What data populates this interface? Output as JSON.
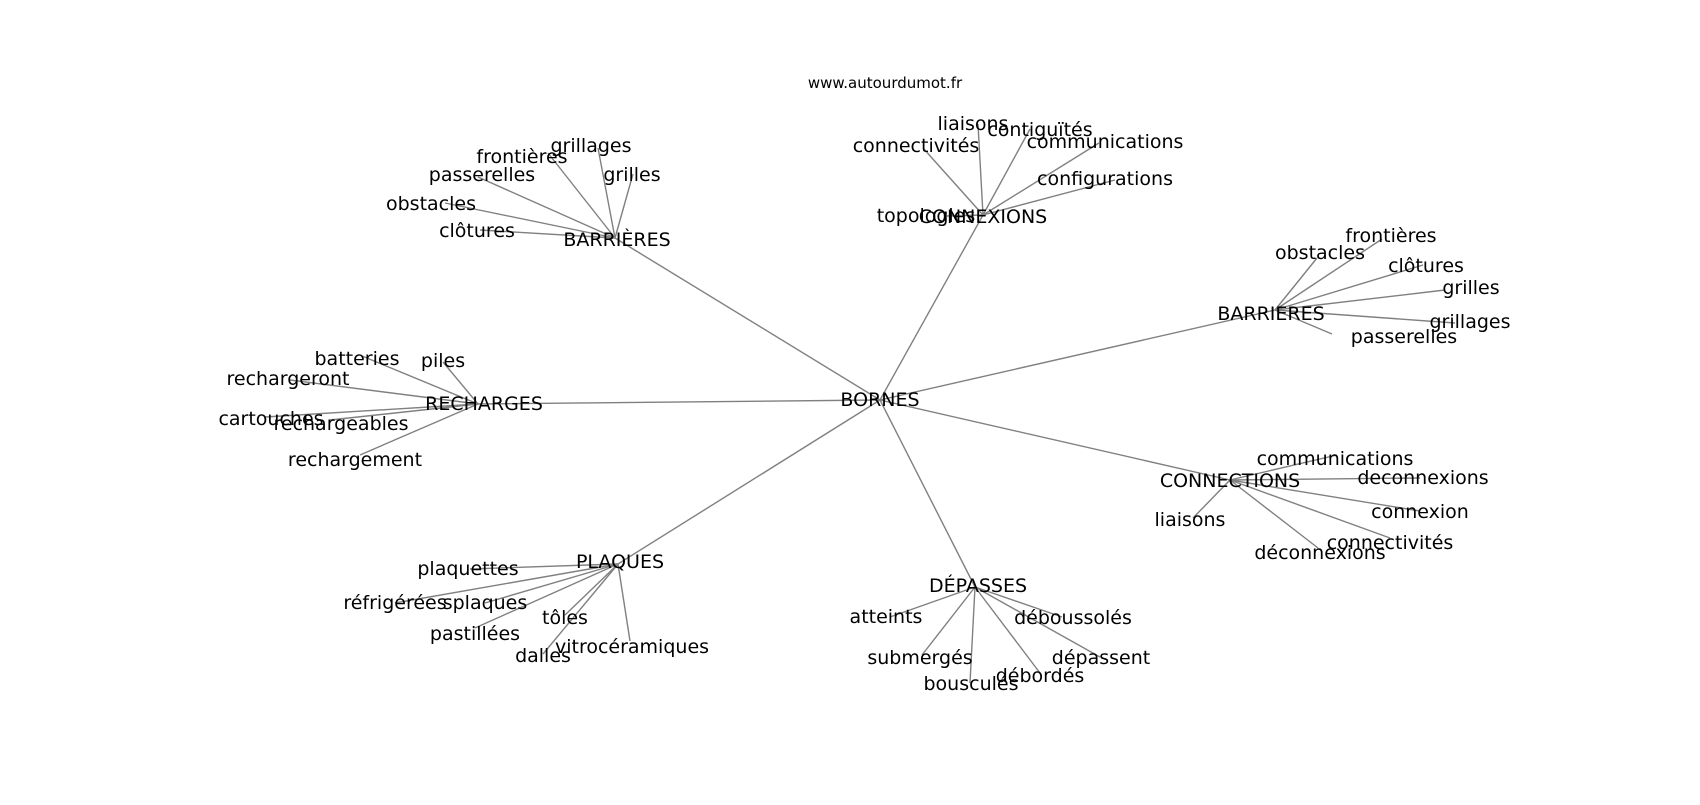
{
  "credit": "www.autourdumot.fr",
  "center": {
    "id": "bornes",
    "label": "BORNES"
  },
  "groups": [
    {
      "id": "barrieres-accent",
      "label": "BARRIÈRES",
      "words": [
        "frontières",
        "grillages",
        "grilles",
        "passerelles",
        "obstacles",
        "clôtures"
      ]
    },
    {
      "id": "connexions",
      "label": "CONNEXIONS",
      "words": [
        "liaisons",
        "contiguïtés",
        "connectivités",
        "communications",
        "configurations",
        "topologies"
      ]
    },
    {
      "id": "barrieres",
      "label": "BARRIERES",
      "words": [
        "frontières",
        "obstacles",
        "clôtures",
        "grilles",
        "grillages",
        "passerelles"
      ]
    },
    {
      "id": "recharges",
      "label": "RECHARGES",
      "words": [
        "batteries",
        "piles",
        "rechargeront",
        "cartouches",
        "rechargeables",
        "rechargement"
      ]
    },
    {
      "id": "connections",
      "label": "CONNECTIONS",
      "words": [
        "communications",
        "deconnexions",
        "liaisons",
        "connexion",
        "connectivités",
        "déconnexions"
      ]
    },
    {
      "id": "plaques",
      "label": "PLAQUES",
      "words": [
        "plaquettes",
        "réfrigérées",
        "splaques",
        "tôles",
        "pastillées",
        "vitrocéramiques",
        "dalles"
      ]
    },
    {
      "id": "depasses",
      "label": "DÉPASSES",
      "words": [
        "atteints",
        "déboussolés",
        "submergés",
        "dépassent",
        "débordés",
        "bousculés"
      ]
    }
  ]
}
